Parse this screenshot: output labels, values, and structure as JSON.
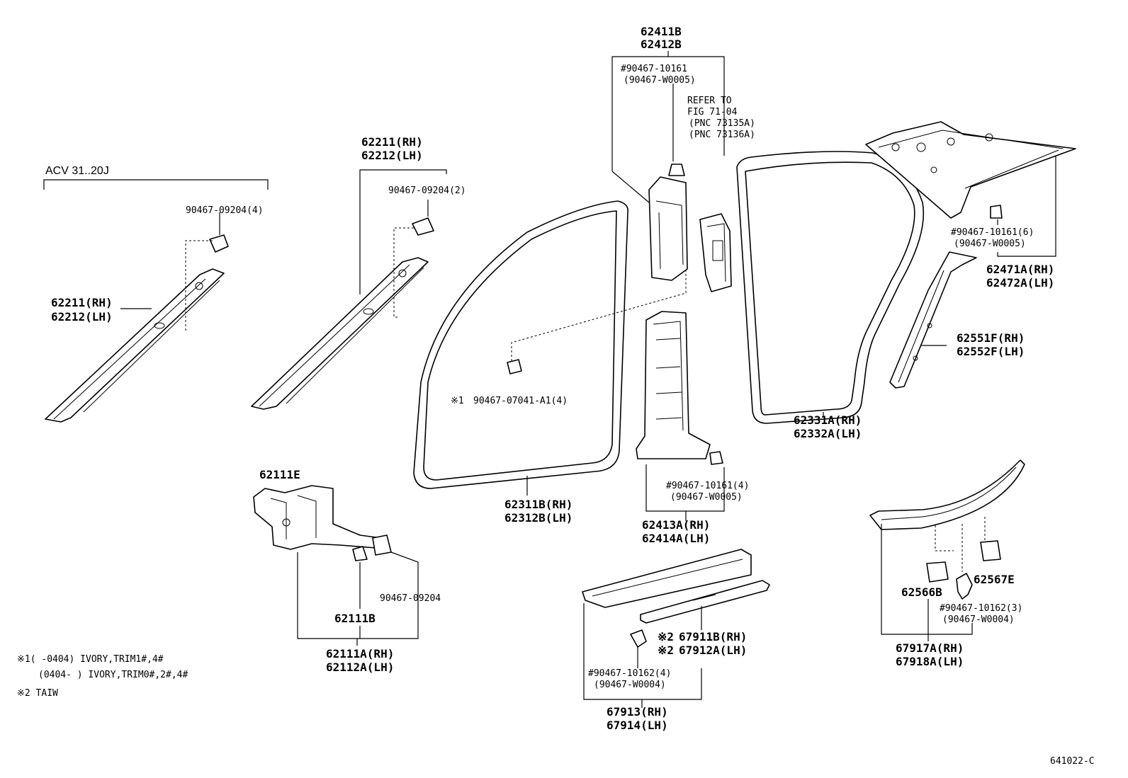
{
  "labels": {
    "acv": "ACV 31..20J",
    "p9020_4": "90467-09204(4)",
    "p62211_left": "62211(RH)",
    "p62212_left": "62212(LH)",
    "p62211_top": "62211(RH)",
    "p62212_top": "62212(LH)",
    "p9020_2": "90467-09204(2)",
    "p62411b": "62411B",
    "p62412b": "62412B",
    "p10161_top": "#90467-10161",
    "pw0005_top": "(90467-W0005)",
    "refer1": "REFER TO",
    "refer2": "FIG 71-04",
    "refer3": "(PNC 73135A)",
    "refer4": "(PNC 73136A)",
    "p10161_6": "#90467-10161(6)",
    "pw0005_right": "(90467-W0005)",
    "p62471a": "62471A(RH)",
    "p62472a": "62472A(LH)",
    "p62551f": "62551F(RH)",
    "p62552f": "62552F(LH)",
    "mark1": "※1",
    "p07041": "90467-07041-A1(4)",
    "p62331a": "62331A(RH)",
    "p62332a": "62332A(LH)",
    "p62111e": "62111E",
    "p10161_4": "#90467-10161(4)",
    "pw0005_mid": "(90467-W0005)",
    "p62311b": "62311B(RH)",
    "p62312b": "62312B(LH)",
    "p62413a": "62413A(RH)",
    "p62414a": "62414A(LH)",
    "p9020_single": "90467-09204",
    "p62111b": "62111B",
    "p62111a": "62111A(RH)",
    "p62112a": "62112A(LH)",
    "p62566b": "62566B",
    "p62567e": "62567E",
    "p10162_3": "#90467-10162(3)",
    "pw0004_right": "(90467-W0004)",
    "p67917a": "67917A(RH)",
    "p67918a": "67918A(LH)",
    "mark2a": "※2",
    "p67911b": "67911B(RH)",
    "mark2b": "※2",
    "p67912a": "67912A(LH)",
    "p10162_4": "#90467-10162(4)",
    "pw0004_bot": "(90467-W0004)",
    "p67913": "67913(RH)",
    "p67914": "67914(LH)",
    "note1a": "※1(    -0404) IVORY,TRIM1#,4#",
    "note1b": "(0404-    ) IVORY,TRIM0#,2#,4#",
    "note2": "※2 TAIW",
    "figno": "641022-C"
  }
}
